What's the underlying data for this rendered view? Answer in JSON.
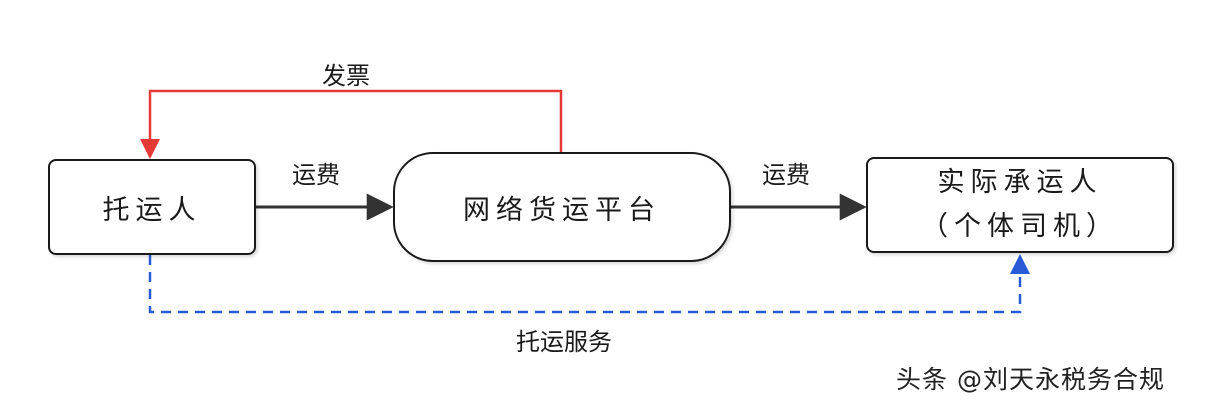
{
  "nodes": {
    "shipper": "托运人",
    "platform": "网络货运平台",
    "carrier_line1": "实际承运人",
    "carrier_line2": "（个体司机）"
  },
  "edges": {
    "invoice": "发票",
    "freight_fee_1": "运费",
    "freight_fee_2": "运费",
    "shipping_service": "托运服务"
  },
  "colors": {
    "line": "#333333",
    "invoice": "#e53935",
    "service": "#2a5bd7"
  },
  "watermark": "头条 @刘天永税务合规"
}
